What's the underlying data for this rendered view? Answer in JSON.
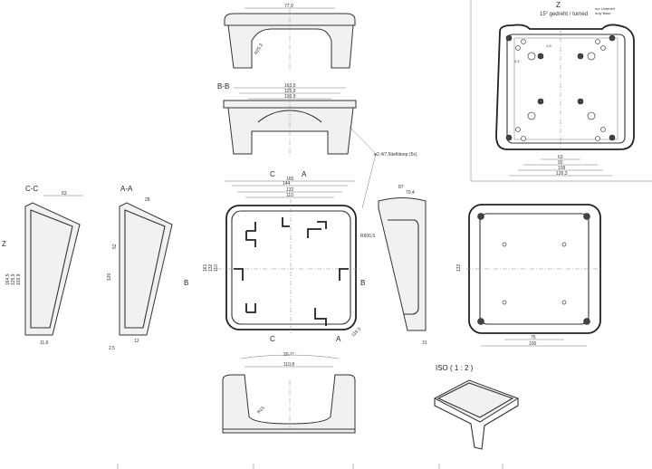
{
  "top_view": {
    "width_dim": "77,9",
    "radius_dim": "R25,3"
  },
  "section_bb": {
    "title": "B-B",
    "dims": [
      "163,5",
      "125,9",
      "103,9"
    ]
  },
  "callout": "ø2,4/7,5tief/deep (5x)",
  "view_z": {
    "title": "Z",
    "subtitle": "15° gedreht / turned",
    "note_de": "nur Unterteil",
    "note_en": "only Base",
    "small_dims": [
      "1,5",
      "2,4"
    ],
    "dims": [
      "63",
      "92",
      "109",
      "126,3"
    ]
  },
  "front_view": {
    "section_markers": [
      "C",
      "A",
      "C",
      "A",
      "B",
      "B"
    ],
    "top_dims": [
      "165",
      "144",
      "132",
      "110"
    ],
    "side_dims": [
      "161",
      "132",
      "110"
    ],
    "radius": "R600,5",
    "corner_dim": "119,5"
  },
  "side_view": {
    "dims": [
      "87",
      "70,4",
      "31"
    ]
  },
  "section_cc": {
    "title": "C-C",
    "dims": [
      "63",
      "164,5",
      "125,9",
      "103,9",
      "11,6"
    ],
    "axis_label": "Z"
  },
  "section_aa": {
    "title": "A-A",
    "dims": [
      "28",
      "52",
      "120",
      "2,5",
      "12"
    ]
  },
  "bottom_view": {
    "dims": [
      "132",
      "75",
      "100"
    ]
  },
  "rear_view": {
    "dims": [
      "20,7°",
      "110,8",
      "R15"
    ]
  },
  "iso_view": {
    "title": "ISO ( 1 : 2 )"
  }
}
